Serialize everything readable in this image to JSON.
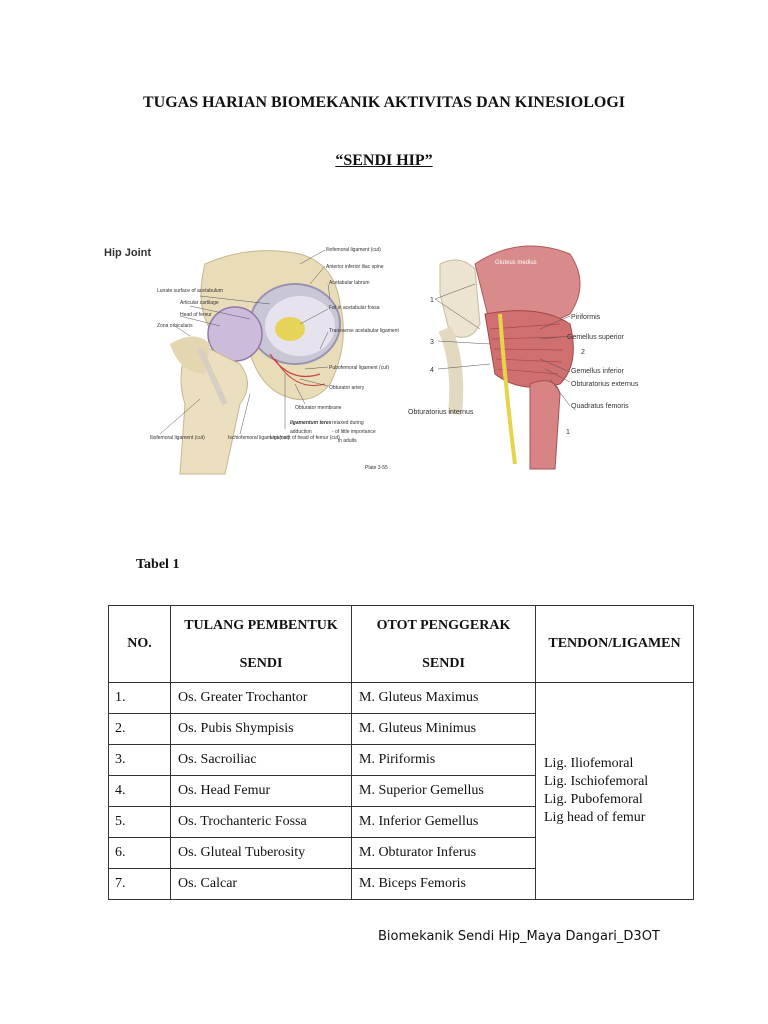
{
  "doc": {
    "title_line1": "TUGAS HARIAN BIOMEKANIK AKTIVITAS DAN KINESIOLOGI",
    "title_line2": "“SENDI HIP”",
    "figure": {
      "left_title": "Hip Joint",
      "left_labels": {
        "iliofemoral_cut": "Iliofemoral ligament (cut)",
        "anterior_iliac_spine": "Anterior inferior iliac spine",
        "lunate": "Lunate surface of acetabulum",
        "acetabular_labrum": "Acetabular labrum",
        "articular_cartilage": "Articular cartilage",
        "fat_fossa": "Fat in acetabular fossa",
        "head_of_femur": "Head of femur",
        "zona_orbicularis": "Zona orbicularis",
        "transverse_ligament": "Transverse acetabular ligament",
        "pubofemoral": "Pubofemoral ligament (cut)",
        "obturator_artery": "Obturator artery",
        "obturator_membrane": "Obturator membrane",
        "lig_teres": "ligamentum teres",
        "lig_teres_rest1": "relaxed during",
        "lig_teres_rest2": "adduction",
        "lig_teres_rest3": "- of little importance",
        "lig_teres_rest4": "in adults",
        "iliofemoral_cut2": "Iliofemoral ligament (cut)",
        "ischiofemoral_cut": "Ischiofemoral ligament (cut)",
        "lig_head_femur": "Ligament of head of femur (cut)",
        "plate": "Plate 3-55"
      },
      "right_labels": {
        "gluteus_medius": "Gluteus medius",
        "piriformis": "Piriformis",
        "gemellus_superior": "Gemellus superior",
        "gemellus_inferior": "Gemellus inferior",
        "obturatorius_externus": "Obturatorius externus",
        "quadratus_femoris": "Quadratus femoris",
        "obturatorius_internus": "Obturatorius internus",
        "n1": "1",
        "n2": "2",
        "n3": "3",
        "n4": "4",
        "n1b": "1"
      }
    },
    "table_caption": "Tabel 1",
    "table": {
      "headers": {
        "no": "NO.",
        "tulang_l1": "TULANG PEMBENTUK",
        "tulang_l2": "SENDI",
        "otot_l1": "OTOT PENGGERAK",
        "otot_l2": "SENDI",
        "tendon": "TENDON/LIGAMEN"
      },
      "rows": [
        {
          "no": "1.",
          "tulang": "Os. Greater Trochantor",
          "otot": "M. Gluteus Maximus"
        },
        {
          "no": "2.",
          "tulang": "Os. Pubis Shympisis",
          "otot": "M. Gluteus Minimus"
        },
        {
          "no": "3.",
          "tulang": "Os. Sacroiliac",
          "otot": "M. Piriformis"
        },
        {
          "no": "4.",
          "tulang": "Os. Head Femur",
          "otot": "M. Superior Gemellus"
        },
        {
          "no": "5.",
          "tulang": "Os. Trochanteric Fossa",
          "otot": "M. Inferior Gemellus"
        },
        {
          "no": "6.",
          "tulang": "Os. Gluteal Tuberosity",
          "otot": "M. Obturator Inferus"
        },
        {
          "no": "7.",
          "tulang": "Os. Calcar",
          "otot": "M. Biceps Femoris"
        }
      ],
      "tendon_items": [
        "Lig. Iliofemoral",
        "Lig. Ischiofemoral",
        "Lig. Pubofemoral",
        "Lig head of femur"
      ]
    },
    "footer": "Biomekanik Sendi Hip_Maya Dangari_D3OT"
  }
}
